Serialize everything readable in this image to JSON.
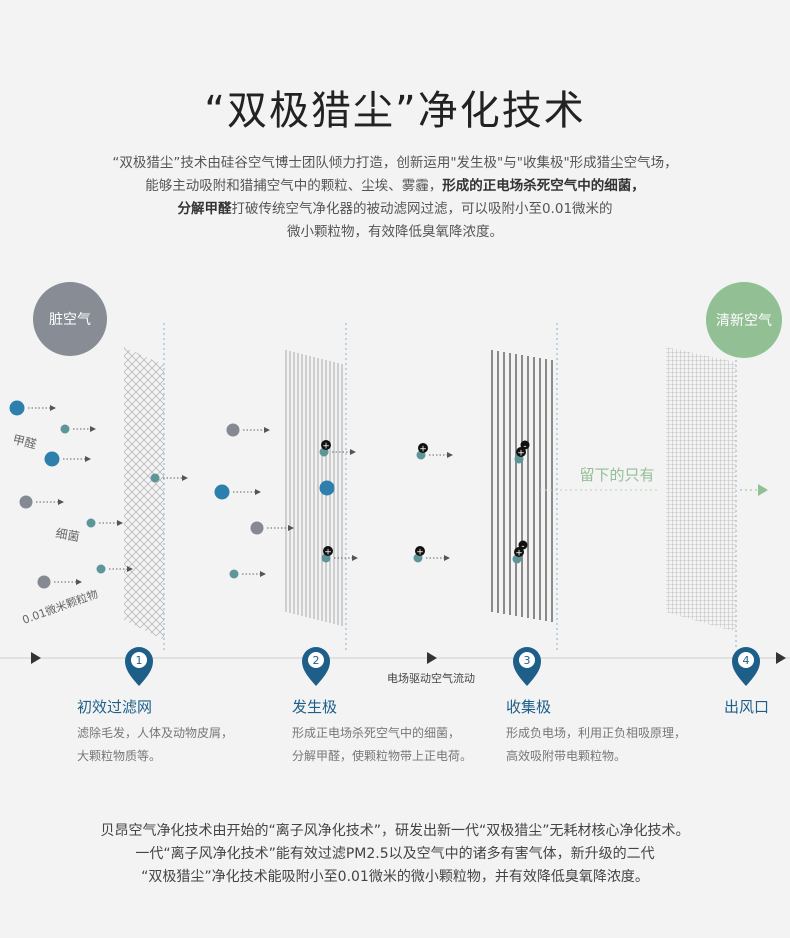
{
  "title": "“双极猎尘”净化技术",
  "intro": {
    "line1": "“双极猎尘”技术由硅谷空气博士团队倾力打造，创新运用\"发生极\"与\"收集极\"形成猎尘空气场，",
    "line2_plain": "能够主动吸附和猎捕空气中的颗粒、尘埃、雾霾，",
    "line2_bold": "形成的正电场杀死空气中的细菌，",
    "line3_bold": "分解甲醛",
    "line3_plain": "打破传统空气净化器的被动滤网过滤，可以吸附小至0.01微米的",
    "line4": "微小颗粒物，有效降低臭氧降浓度。"
  },
  "diagram": {
    "dirty_air": "脏空气",
    "clean_air": "清新空气",
    "particle_labels": [
      "甲醛",
      "细菌",
      "0.01微米颗粒物"
    ],
    "remaining_label": "留下的只有",
    "flow_label": "电场驱动空气流动",
    "colors": {
      "blue": "#2d7fae",
      "grey": "#858a92",
      "teal": "#5e9598",
      "marker": "#1e5f8a",
      "clean": "#93bf95"
    }
  },
  "stages": [
    {
      "num": "1",
      "title": "初效过滤网",
      "desc1": "滤除毛发，人体及动物皮屑，",
      "desc2": "大颗粒物质等。"
    },
    {
      "num": "2",
      "title": "发生极",
      "desc1": "形成正电场杀死空气中的细菌，",
      "desc2": "分解甲醛，使颗粒物带上正电荷。"
    },
    {
      "num": "3",
      "title": "收集极",
      "desc1": "形成负电场，利用正负相吸原理，",
      "desc2": "高效吸附带电颗粒物。"
    },
    {
      "num": "4",
      "title": "出风口",
      "desc1": "",
      "desc2": ""
    }
  ],
  "bottom": {
    "line1": "贝昂空气净化技术由开始的“离子风净化技术”，研发出新一代“双极猎尘”无耗材核心净化技术。",
    "line2": "一代“离子风净化技术”能有效过滤PM2.5以及空气中的诸多有害气体，新升级的二代",
    "line3": "“双极猎尘”净化技术能吸附小至0.01微米的微小颗粒物，并有效降低臭氧降浓度。"
  }
}
